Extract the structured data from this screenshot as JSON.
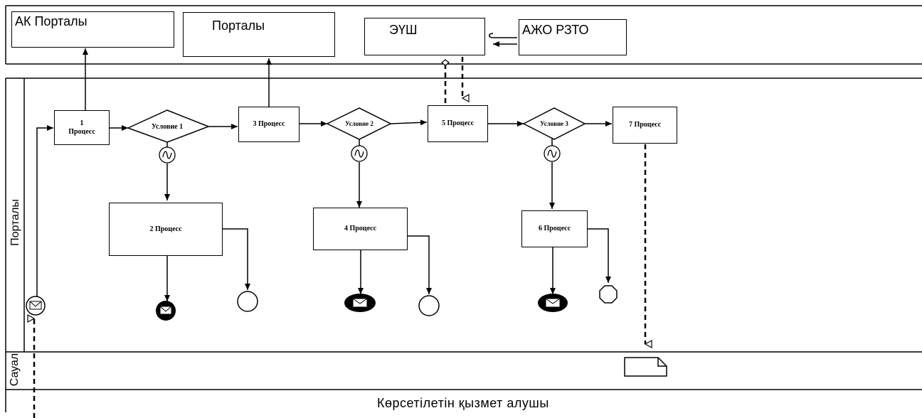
{
  "systems": {
    "ak_portal": "АК Порталы",
    "portal": "Порталы",
    "eush": "ЭҮШ",
    "azho": "АЖО РЗТО"
  },
  "lanes": {
    "portal": "Порталы",
    "request": "Сауал"
  },
  "bottom_label": "Көрсетілетін қызмет алушы",
  "processes": {
    "p1": "1\nПроцесс",
    "p2": "2 Процесс",
    "p3": "3 Процесс",
    "p4": "4 Процесс",
    "p5": "5  Процесс",
    "p6": "6 Процесс",
    "p7": "7  Процесс"
  },
  "conditions": {
    "c1": "Условие 1",
    "c2": "Условие 2",
    "c3": "Условие 3"
  }
}
